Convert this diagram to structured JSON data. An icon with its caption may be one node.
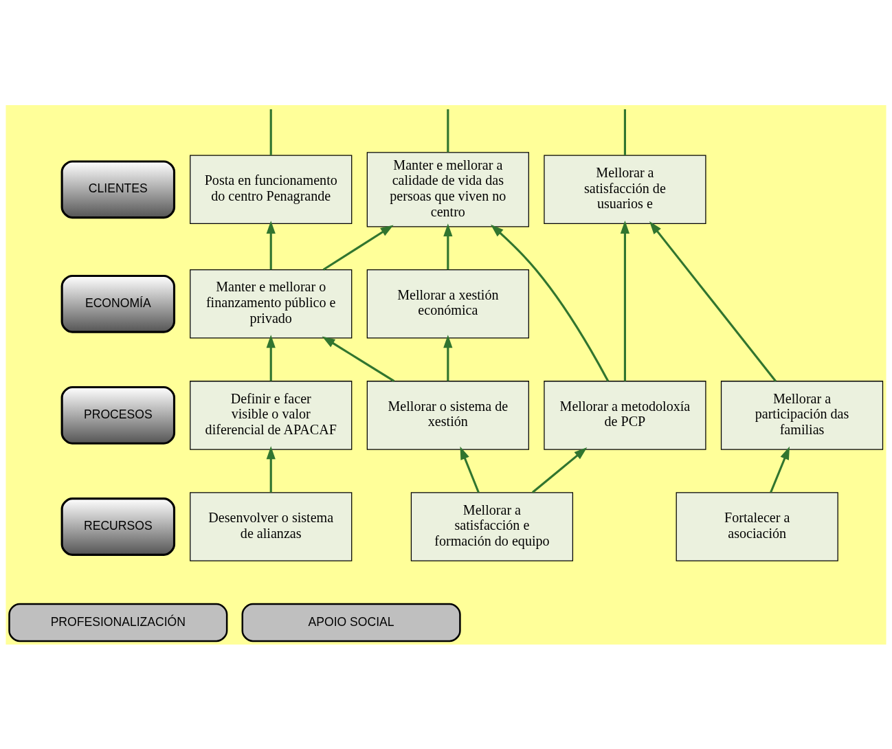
{
  "diagram": {
    "nodes": [
      {
        "text": [
          "CLIENTES"
        ]
      },
      {
        "text": [
          "Posta en funcionamento do centro Penagrande"
        ]
      },
      {
        "text": [
          "Manter e mellorar a calidade de vida das persoas que viven no centro"
        ]
      },
      {
        "text": [
          "Mellorar a satisfacción de usuarios e"
        ]
      },
      {
        "text": [
          "ECONOMÍA"
        ]
      },
      {
        "text": [
          "Manter e mellorar o finanzamento público e privado"
        ]
      },
      {
        "text": [
          "Mellorar a xestión económica"
        ]
      },
      {
        "text": [
          "PROCESOS"
        ]
      },
      {
        "text": [
          "Definir e facer visible o valor diferencial de APACAF"
        ]
      },
      {
        "text": [
          "Mellorar o sistema de xestión"
        ]
      },
      {
        "text": [
          "Mellorar a metodoloxía de PCP"
        ]
      },
      {
        "text": [
          "Mellorar a participación das familias"
        ]
      },
      {
        "text": [
          "RECURSOS"
        ]
      },
      {
        "text": [
          "Desenvolver o sistema de alianzas"
        ]
      },
      {
        "text": [
          "Mellorar a satisfacción e formación do equipo"
        ]
      },
      {
        "text": [
          "Fortalecer a asociación"
        ]
      },
      {
        "text": [
          "PROFESIONALIZACIÓN"
        ]
      },
      {
        "text": [
          "APOIO SOCIAL"
        ]
      }
    ],
    "edges": [
      {
        "from": 1,
        "to": null,
        "arrow": "none"
      },
      {
        "from": 2,
        "to": null,
        "arrow": "none"
      },
      {
        "from": 3,
        "to": null,
        "arrow": "none"
      },
      {
        "from": 5,
        "to": 1,
        "arrow": "to"
      },
      {
        "from": 5,
        "to": 2,
        "arrow": "to"
      },
      {
        "from": 6,
        "to": 2,
        "arrow": "to"
      },
      {
        "from": 8,
        "to": 5,
        "arrow": "to"
      },
      {
        "from": 9,
        "to": 5,
        "arrow": "to"
      },
      {
        "from": 9,
        "to": 6,
        "arrow": "to"
      },
      {
        "from": 10,
        "to": 2,
        "arrow": "to"
      },
      {
        "from": 10,
        "to": 3,
        "arrow": "to"
      },
      {
        "from": 11,
        "to": 3,
        "arrow": "to"
      },
      {
        "from": 13,
        "to": 8,
        "arrow": "to"
      },
      {
        "from": 14,
        "to": 9,
        "arrow": "to"
      },
      {
        "from": 14,
        "to": 10,
        "arrow": "to"
      },
      {
        "from": 15,
        "to": 11,
        "arrow": "to"
      }
    ]
  }
}
